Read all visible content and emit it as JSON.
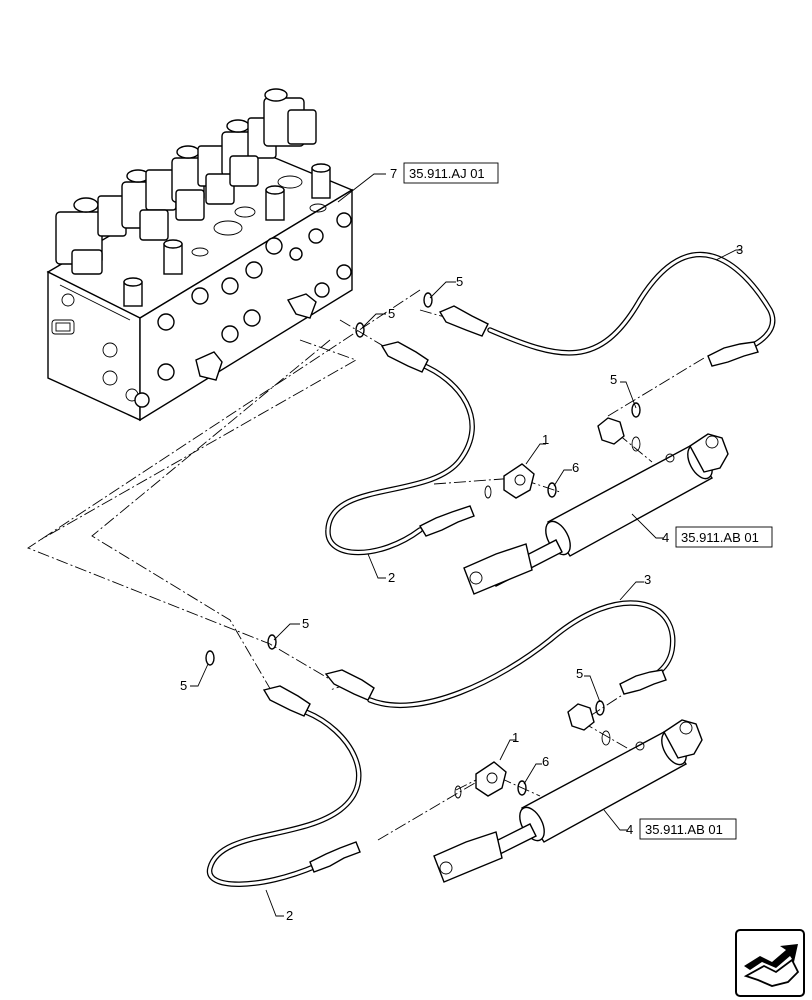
{
  "callouts": {
    "c7": "7",
    "ref7": "35.911.AJ 01",
    "c3a": "3",
    "c5a": "5",
    "c5b": "5",
    "c5c": "5",
    "c1a": "1",
    "c6a": "6",
    "c4a": "4",
    "ref4a": "35.911.AB 01",
    "c2a": "2",
    "c3b": "3",
    "c5d": "5",
    "c5e": "5",
    "c5f": "5",
    "c1b": "1",
    "c6b": "6",
    "c4b": "4",
    "ref4b": "35.911.AB 01",
    "c2b": "2"
  },
  "icons": {
    "nav": "next-page-arrow-icon"
  }
}
